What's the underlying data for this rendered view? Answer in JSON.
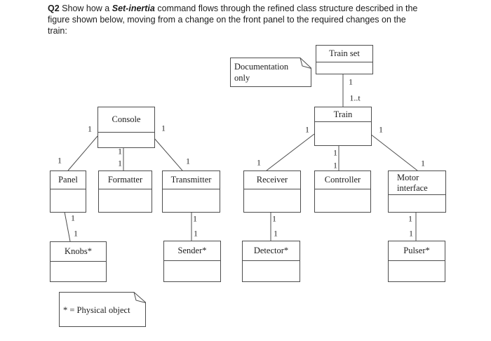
{
  "question": {
    "label": "Q2",
    "text_after_label": " Show how a ",
    "emphasized_command": "Set-inertia",
    "line1_rest": " command flows through the refined class structure described in the",
    "line2": "figure shown below, moving from a change on the front panel to the required changes on the",
    "line3": "train:"
  },
  "diagram": {
    "doc_note": {
      "line1": "Documentation",
      "line2": "only"
    },
    "legend_note": {
      "text": "* = Physical object"
    },
    "classes": [
      {
        "id": "train-set",
        "title": "Train set"
      },
      {
        "id": "console",
        "title": "Console"
      },
      {
        "id": "train",
        "title": "Train"
      },
      {
        "id": "panel",
        "title": "Panel"
      },
      {
        "id": "formatter",
        "title": "Formatter"
      },
      {
        "id": "transmitter",
        "title": "Transmitter"
      },
      {
        "id": "receiver",
        "title": "Receiver"
      },
      {
        "id": "controller",
        "title": "Controller"
      },
      {
        "id": "motor-interface",
        "title": "Motor interface"
      },
      {
        "id": "knobs",
        "title": "Knobs*"
      },
      {
        "id": "sender",
        "title": "Sender*"
      },
      {
        "id": "detector",
        "title": "Detector*"
      },
      {
        "id": "pulser",
        "title": "Pulser*"
      }
    ],
    "multiplicities": [
      {
        "text": "1"
      },
      {
        "text": "1..t"
      },
      {
        "text": "1"
      },
      {
        "text": "1"
      },
      {
        "text": "1"
      },
      {
        "text": "1"
      },
      {
        "text": "1"
      },
      {
        "text": "1"
      },
      {
        "text": "1"
      },
      {
        "text": "1"
      },
      {
        "text": "1"
      },
      {
        "text": "1"
      },
      {
        "text": "1"
      },
      {
        "text": "1"
      },
      {
        "text": "1"
      },
      {
        "text": "1"
      },
      {
        "text": "1"
      },
      {
        "text": "1"
      },
      {
        "text": "1"
      },
      {
        "text": "1"
      },
      {
        "text": "1"
      },
      {
        "text": "1"
      }
    ]
  },
  "colors": {
    "line": "#4d4d4d",
    "text": "#1c1c1c",
    "background": "#ffffff"
  }
}
